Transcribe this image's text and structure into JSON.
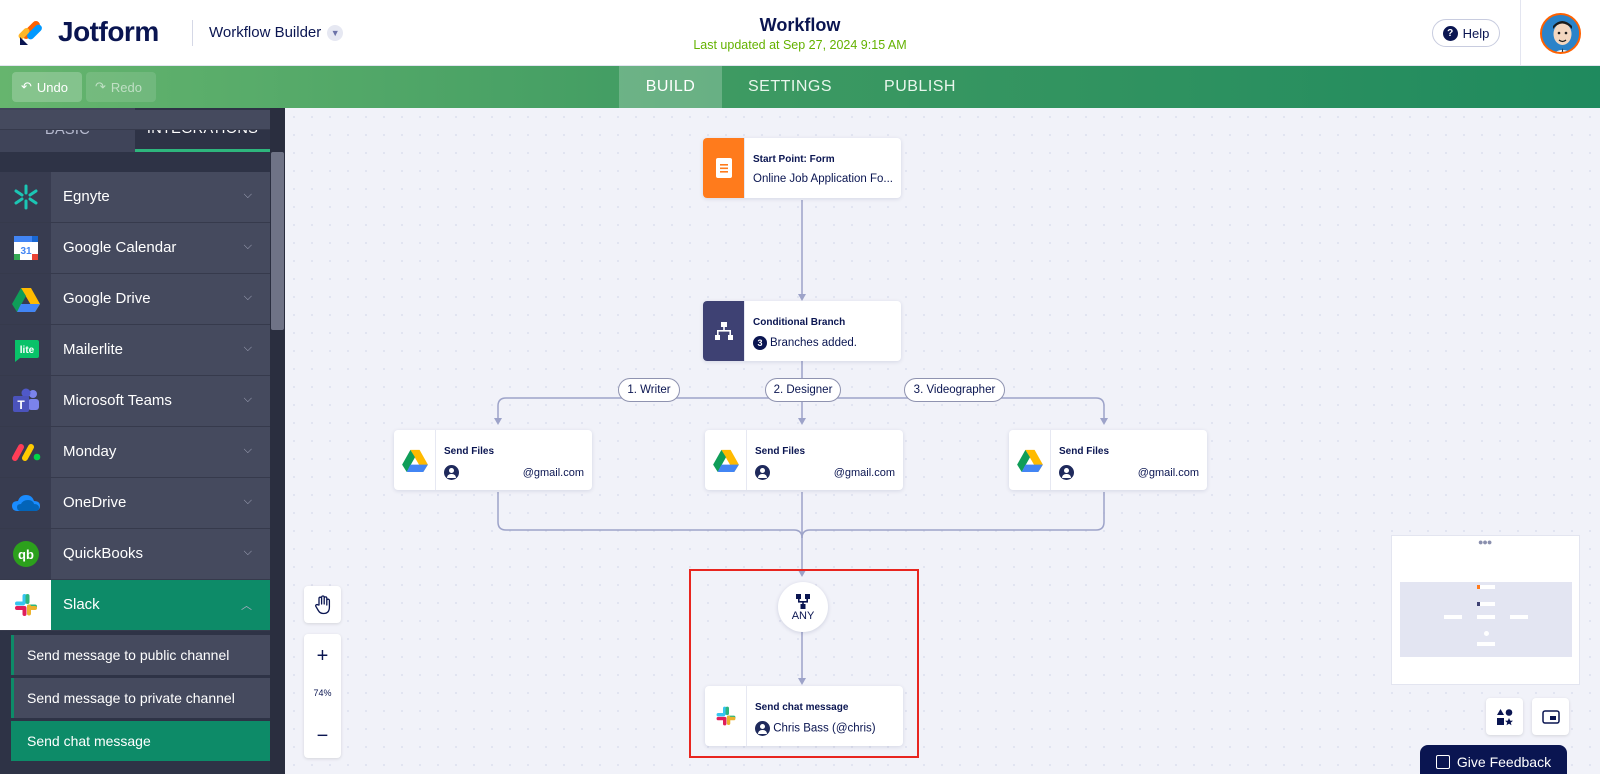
{
  "header": {
    "logo_text": "Jotform",
    "builder_title": "Workflow Builder",
    "workflow_title": "Workflow",
    "last_updated": "Last updated at Sep 27, 2024 9:15 AM",
    "help_label": "Help"
  },
  "toolbar": {
    "undo_label": "Undo",
    "redo_label": "Redo",
    "tabs": [
      {
        "label": "BUILD",
        "active": true
      },
      {
        "label": "SETTINGS",
        "active": false
      },
      {
        "label": "PUBLISH",
        "active": false
      }
    ]
  },
  "sidebar": {
    "tabs": [
      {
        "label": "BASIC",
        "active": false
      },
      {
        "label": "INTEGRATIONS",
        "active": true
      }
    ],
    "integrations": [
      {
        "label": "Egnyte",
        "icon": "egnyte-icon"
      },
      {
        "label": "Google Calendar",
        "icon": "google-calendar-icon"
      },
      {
        "label": "Google Drive",
        "icon": "google-drive-icon"
      },
      {
        "label": "Mailerlite",
        "icon": "mailerlite-icon"
      },
      {
        "label": "Microsoft Teams",
        "icon": "microsoft-teams-icon"
      },
      {
        "label": "Monday",
        "icon": "monday-icon"
      },
      {
        "label": "OneDrive",
        "icon": "onedrive-icon"
      },
      {
        "label": "QuickBooks",
        "icon": "quickbooks-icon"
      },
      {
        "label": "Slack",
        "icon": "slack-icon",
        "expanded": true
      }
    ],
    "slack_actions": [
      {
        "label": "Send message to public channel"
      },
      {
        "label": "Send message to private channel"
      },
      {
        "label": "Send chat message",
        "selected": true
      }
    ]
  },
  "canvas": {
    "start_node": {
      "title": "Start Point: Form",
      "subtitle": "Online Job Application Fo..."
    },
    "branch_node": {
      "title": "Conditional Branch",
      "count": "3",
      "subtitle": "Branches added."
    },
    "branches": [
      {
        "label": "1. Writer",
        "node_title": "Send Files",
        "node_value": "@gmail.com"
      },
      {
        "label": "2. Designer",
        "node_title": "Send Files",
        "node_value": "@gmail.com"
      },
      {
        "label": "3. Videographer",
        "node_title": "Send Files",
        "node_value": "@gmail.com"
      }
    ],
    "merge_node": {
      "label": "ANY"
    },
    "slack_node": {
      "title": "Send chat message",
      "user": "Chris Bass (@chris)"
    },
    "zoom": "74%"
  },
  "footer": {
    "feedback_label": "Give Feedback"
  },
  "colors": {
    "brand_navy": "#0a1551",
    "accent_green": "#0d8b68",
    "updated_green": "#64b200",
    "highlight_red": "#e8251f",
    "form_orange": "#ff7b1c"
  }
}
